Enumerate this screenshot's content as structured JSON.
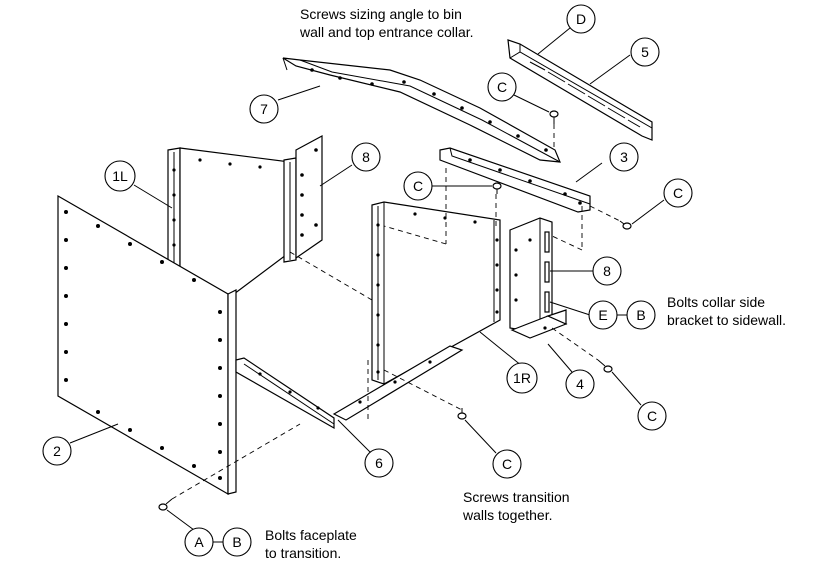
{
  "notes": {
    "sizing_angle_line1": "Screws sizing angle to bin",
    "sizing_angle_line2": "wall and top entrance collar.",
    "collar_bracket_line1": "Bolts collar side",
    "collar_bracket_line2": "bracket to sidewall.",
    "transition_walls_line1": "Screws transition",
    "transition_walls_line2": "walls together.",
    "faceplate_line1": "Bolts faceplate",
    "faceplate_line2": "to transition."
  },
  "callouts": {
    "d": "D",
    "five": "5",
    "seven": "7",
    "c_top": "C",
    "one_l": "1L",
    "eight_top": "8",
    "three": "3",
    "c_mid": "C",
    "c_right": "C",
    "eight_right": "8",
    "e": "E",
    "b_right": "B",
    "one_r": "1R",
    "four": "4",
    "c_low_right": "C",
    "two": "2",
    "six": "6",
    "c_bottom": "C",
    "a": "A",
    "b_bottom": "B"
  }
}
